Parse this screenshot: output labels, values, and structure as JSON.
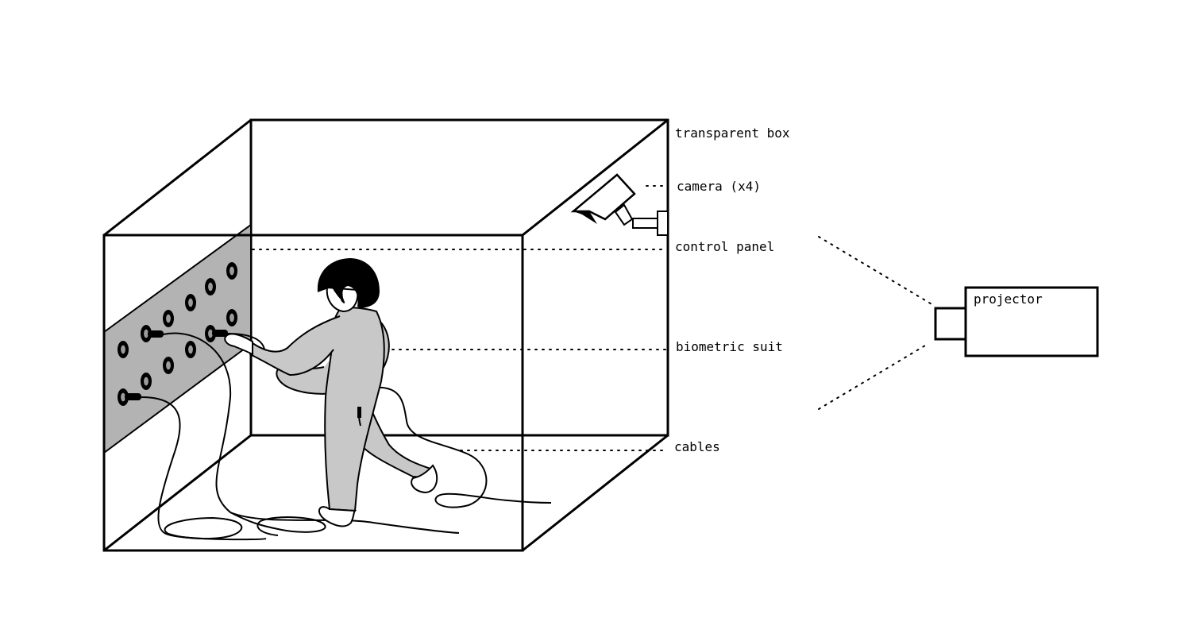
{
  "labels": {
    "box": "transparent box",
    "camera": "camera (x4)",
    "control_panel": "control panel",
    "suit": "biometric suit",
    "cables": "cables",
    "projector": "projector"
  },
  "colors": {
    "panel": "#b3b3b3",
    "suit": "#c8c8c8",
    "line": "#000000",
    "background": "#ffffff"
  },
  "icons": {
    "camera": "security-camera-icon",
    "person": "person-figure-icon",
    "projector": "projector-icon"
  }
}
